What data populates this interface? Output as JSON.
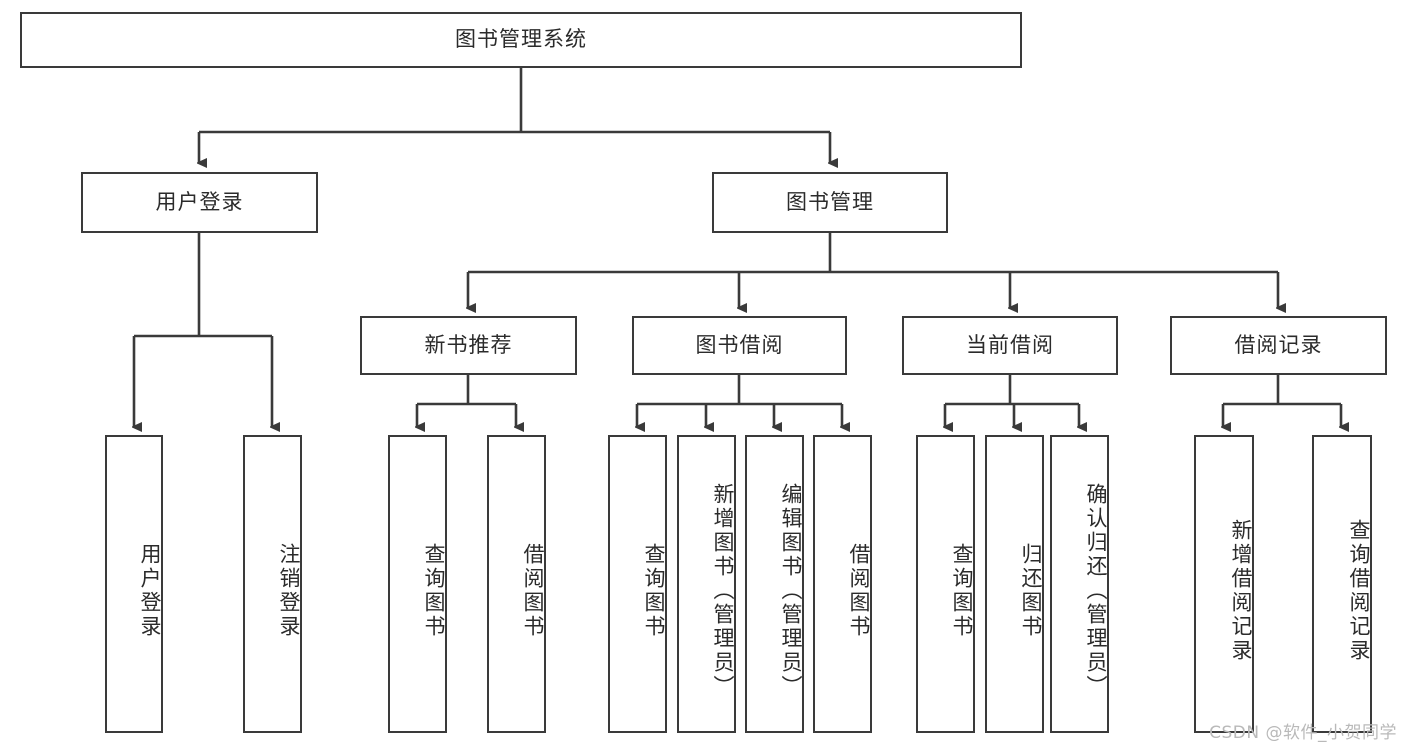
{
  "diagram": {
    "type": "tree-hierarchy",
    "title": "图书管理系统",
    "root": {
      "id": "root",
      "label": "图书管理系统"
    },
    "level2": [
      {
        "id": "user-login",
        "label": "用户登录"
      },
      {
        "id": "book-manage",
        "label": "图书管理"
      }
    ],
    "level3": [
      {
        "id": "new-book-rec",
        "label": "新书推荐",
        "parent": "book-manage"
      },
      {
        "id": "book-borrow",
        "label": "图书借阅",
        "parent": "book-manage"
      },
      {
        "id": "current-borrow",
        "label": "当前借阅",
        "parent": "book-manage"
      },
      {
        "id": "borrow-record",
        "label": "借阅记录",
        "parent": "book-manage"
      }
    ],
    "leaves": [
      {
        "id": "leaf-user-login",
        "label": "用户登录",
        "parent": "user-login"
      },
      {
        "id": "leaf-logout",
        "label": "注销登录",
        "parent": "user-login"
      },
      {
        "id": "leaf-query-book-1",
        "label": "查询图书",
        "parent": "new-book-rec"
      },
      {
        "id": "leaf-borrow-book-1",
        "label": "借阅图书",
        "parent": "new-book-rec"
      },
      {
        "id": "leaf-query-book-2",
        "label": "查询图书",
        "parent": "book-borrow"
      },
      {
        "id": "leaf-add-book",
        "label": "新增图书（管理员）",
        "parent": "book-borrow"
      },
      {
        "id": "leaf-edit-book",
        "label": "编辑图书（管理员）",
        "parent": "book-borrow"
      },
      {
        "id": "leaf-borrow-book-2",
        "label": "借阅图书",
        "parent": "book-borrow"
      },
      {
        "id": "leaf-query-book-3",
        "label": "查询图书",
        "parent": "current-borrow"
      },
      {
        "id": "leaf-return-book",
        "label": "归还图书",
        "parent": "current-borrow"
      },
      {
        "id": "leaf-confirm-return",
        "label": "确认归还（管理员）",
        "parent": "current-borrow"
      },
      {
        "id": "leaf-add-record",
        "label": "新增借阅记录",
        "parent": "borrow-record"
      },
      {
        "id": "leaf-query-record",
        "label": "查询借阅记录",
        "parent": "borrow-record"
      }
    ],
    "colors": {
      "stroke": "#3a3a3a",
      "fill": "#ffffff",
      "text": "#2b2b2b",
      "watermark": "#b9b9b9"
    }
  },
  "watermark": {
    "text": "CSDN @软件_小贺同学"
  }
}
